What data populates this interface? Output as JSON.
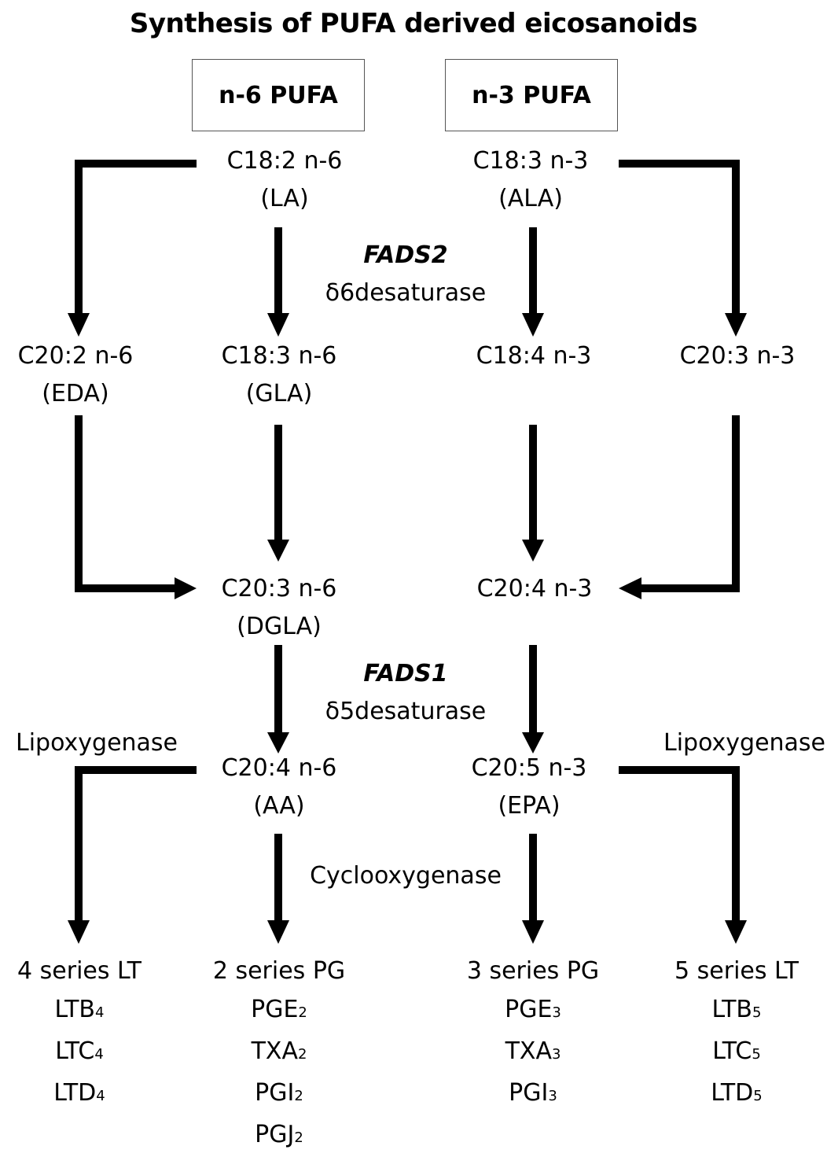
{
  "title": "Synthesis of PUFA derived eicosanoids",
  "groups": {
    "n6": "n-6 PUFA",
    "n3": "n-3 PUFA"
  },
  "nodes": {
    "la": {
      "formula": "C18:2 n-6",
      "abbr": "(LA)"
    },
    "ala": {
      "formula": "C18:3 n-3",
      "abbr": "(ALA)"
    },
    "eda": {
      "formula": "C20:2 n-6",
      "abbr": "(EDA)"
    },
    "gla": {
      "formula": "C18:3 n-6",
      "abbr": "(GLA)"
    },
    "c184": {
      "formula": "C18:4 n-3"
    },
    "c203n3": {
      "formula": "C20:3 n-3"
    },
    "dgla": {
      "formula": "C20:3 n-6",
      "abbr": "(DGLA)"
    },
    "c204n3": {
      "formula": "C20:4 n-3"
    },
    "aa": {
      "formula": "C20:4 n-6",
      "abbr": "(AA)"
    },
    "epa": {
      "formula": "C20:5 n-3",
      "abbr": "(EPA)"
    }
  },
  "enzymes": {
    "fads2": {
      "gene": "FADS2",
      "name": "δ6desaturase"
    },
    "fads1": {
      "gene": "FADS1",
      "name": "δ5desaturase"
    },
    "lox_left": "Lipoxygenase",
    "lox_right": "Lipoxygenase",
    "cox": "Cyclooxygenase"
  },
  "products": {
    "lt4": {
      "heading": "4 series LT",
      "items": [
        {
          "base": "LTB",
          "sub": "4"
        },
        {
          "base": "LTC",
          "sub": "4"
        },
        {
          "base": "LTD",
          "sub": "4"
        }
      ]
    },
    "pg2": {
      "heading": "2 series PG",
      "items": [
        {
          "base": "PGE",
          "sub": "2"
        },
        {
          "base": "TXA",
          "sub": "2"
        },
        {
          "base": "PGI",
          "sub": "2"
        },
        {
          "base": "PGJ",
          "sub": "2"
        }
      ]
    },
    "pg3": {
      "heading": "3 series PG",
      "items": [
        {
          "base": "PGE",
          "sub": "3"
        },
        {
          "base": "TXA",
          "sub": "3"
        },
        {
          "base": "PGI",
          "sub": "3"
        }
      ]
    },
    "lt5": {
      "heading": "5 series LT",
      "items": [
        {
          "base": "LTB",
          "sub": "5"
        },
        {
          "base": "LTC",
          "sub": "5"
        },
        {
          "base": "LTD",
          "sub": "5"
        }
      ]
    }
  }
}
